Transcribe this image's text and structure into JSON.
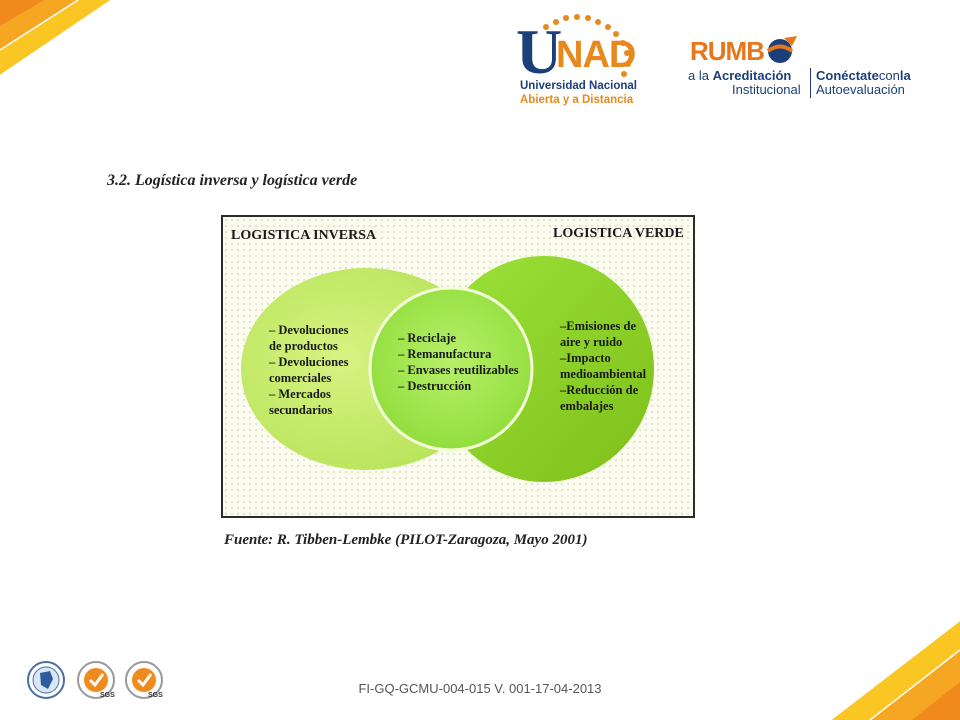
{
  "header": {
    "unad_logo": {
      "letter_u": "U",
      "letters_nad": "NAD",
      "line1": "Universidad Nacional",
      "line2": "Abierta y a Distancia"
    },
    "rumbo_logo": {
      "title": "RUMB",
      "line1_prefix": "a la ",
      "line1_bold": "Acreditación",
      "line2": "Institucional",
      "right1_bold": "Conéctate",
      "right1_light": "con",
      "right1_bold2": "la",
      "right2": "Autoevaluación"
    }
  },
  "section_title": "3.2. Logística inversa y logística verde",
  "diagram": {
    "left_title": "LOGISTICA INVERSA",
    "right_title": "LOGISTICA VERDE",
    "left_items": [
      "– Devoluciones",
      "de productos",
      "– Devoluciones",
      "comerciales",
      "– Mercados",
      "secundarios"
    ],
    "center_items": [
      "– Reciclaje",
      "– Remanufactura",
      "– Envases reutilizables",
      "– Destrucción"
    ],
    "right_items": [
      "–Emisiones de",
      "aire y ruido",
      "–Impacto",
      "medioambiental",
      "–Reducción de",
      "embalajes"
    ],
    "colors": {
      "left_circle": "#c8ec6a",
      "right_circle": "#8fcf25",
      "center_circle": "#a6ea52",
      "frame_border": "#2b2b2b"
    }
  },
  "source": "Fuente: R. Tibben-Lembke (PILOT-Zaragoza, Mayo 2001)",
  "footer": {
    "code": "FI-GQ-GCMU-004-015  V. 001-17-04-2013",
    "seal_text": "SGS"
  },
  "theme": {
    "accent_orange": "#f5a623",
    "accent_yellow": "#f9d423",
    "navy": "#1c3f7a"
  }
}
